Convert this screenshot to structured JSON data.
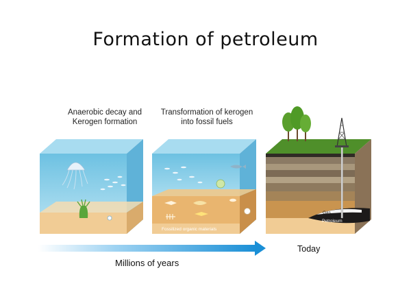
{
  "title": "Formation of petroleum",
  "stages": [
    {
      "label_line1": "Anaerobic decay and",
      "label_line2": "Kerogen formation"
    },
    {
      "label_line1": "Transformation of kerogen",
      "label_line2": "into fossil fuels"
    }
  ],
  "fossil_label": "Fossilized organic materials",
  "gas_label": "Gas",
  "petroleum_label": "Petroleum",
  "today_label": "Today",
  "timeline_label": "Millions of years",
  "colors": {
    "water": "#7fcbe6",
    "sand": "#f1cc95",
    "grass": "#4f8f2a",
    "arrow": "#1a8fd6"
  }
}
